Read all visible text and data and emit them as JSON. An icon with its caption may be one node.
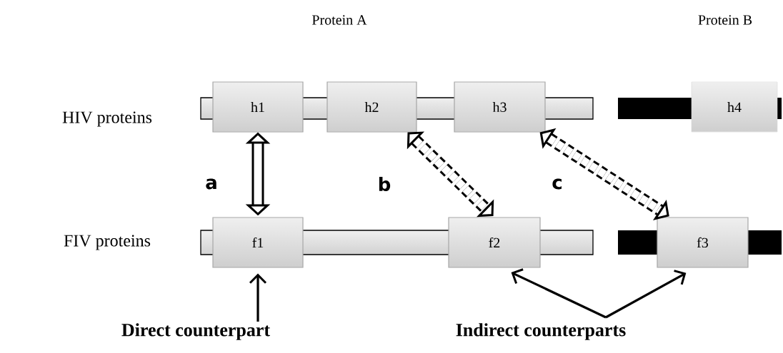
{
  "diagram": {
    "nodes": [
      {
        "text": [],
        "shape": "bar"
      },
      {
        "text": [
          "h1"
        ]
      },
      {
        "text": [
          "h2"
        ]
      },
      {
        "text": [
          "h3"
        ]
      },
      {
        "text": [],
        "shape": "bar"
      },
      {
        "text": [
          "h4"
        ]
      },
      {
        "text": [],
        "shape": "bar"
      },
      {
        "text": [
          "f1"
        ]
      },
      {
        "text": [
          "f2"
        ]
      },
      {
        "text": [],
        "shape": "bar"
      },
      {
        "text": [
          "f3"
        ]
      },
      {
        "text": [
          "Direct counterpart"
        ]
      },
      {
        "text": [
          "Indirect counterparts"
        ]
      }
    ],
    "edges": [
      {
        "from": 1,
        "to": 7,
        "arrow": "both",
        "label": "a",
        "style": "thick"
      },
      {
        "from": 2,
        "to": 8,
        "arrow": "both",
        "label": "b",
        "style": "dashed"
      },
      {
        "from": 3,
        "to": 10,
        "arrow": "both",
        "label": "c",
        "style": "dashed"
      },
      {
        "from": 11,
        "to": 7,
        "arrow": "to"
      },
      {
        "from": 12,
        "to": 8,
        "arrow": "to"
      },
      {
        "from": 12,
        "to": 10,
        "arrow": "to"
      }
    ],
    "labels": [
      "Protein A",
      "Protein B",
      "HIV proteins",
      "FIV proteins"
    ]
  }
}
